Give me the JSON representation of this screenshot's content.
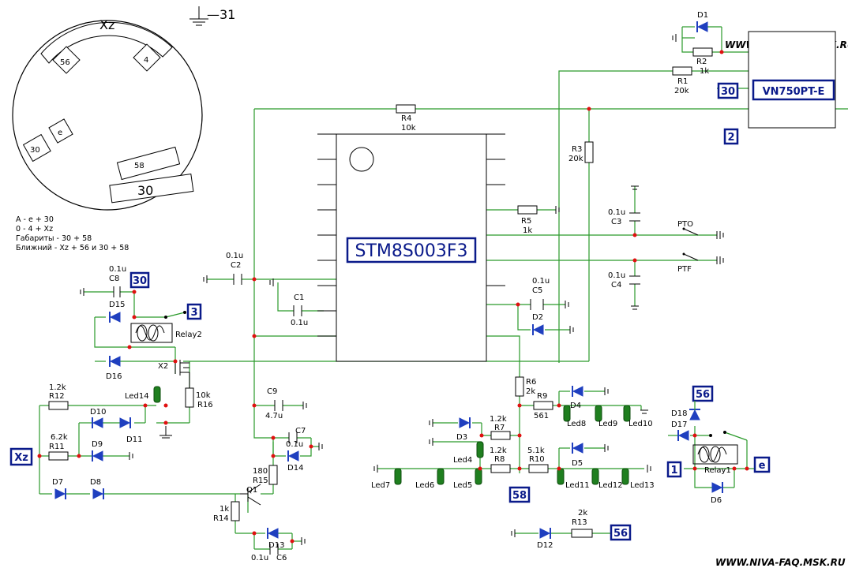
{
  "ground_note": "—31",
  "connector": {
    "pins": [
      "Xz",
      "56",
      "4",
      "e",
      "30",
      "58",
      "30"
    ]
  },
  "legend": [
    "A - e + 30",
    "0 - 4 + Xz",
    "Габариты - 30 + 58",
    "Ближний - Xz + 56 и 30 + 58"
  ],
  "watermark": "WWW.NIVA-FAQ.MSK.RU",
  "mcu_label": "STM8S003F3",
  "driver_label": "VN750PT-E",
  "terminals": {
    "t30_top": "30",
    "t2": "2",
    "t30_left": "30",
    "t3": "3",
    "txz": "Xz",
    "t58": "58",
    "t56_top": "56",
    "t1": "1",
    "te": "e",
    "t56_bot": "56"
  },
  "components": {
    "D1": "D1",
    "R2": "R2",
    "R2v": "1k",
    "R1": "R1",
    "R1v": "20k",
    "R4": "R4",
    "R4v": "10k",
    "R3": "R3",
    "R3v": "20k",
    "R5": "R5",
    "R5v": "1k",
    "C3": "C3",
    "C3v": "0.1u",
    "PTO": "PTO",
    "C4": "C4",
    "C4v": "0.1u",
    "PTF": "PTF",
    "C2": "C2",
    "C2v": "0.1u",
    "C1": "C1",
    "C1v": "0.1u",
    "C5": "C5",
    "C5v": "0.1u",
    "D2": "D2",
    "C8": "C8",
    "C8v": "0.1u",
    "D15": "D15",
    "D16": "D16",
    "Relay2": "Relay2",
    "X2": "X2",
    "R16": "R16",
    "R16v": "10k",
    "Led14": "Led14",
    "R12": "R12",
    "R12v": "1.2k",
    "D10": "D10",
    "D11": "D11",
    "R11": "R11",
    "R11v": "6.2k",
    "D9": "D9",
    "D7": "D7",
    "D8": "D8",
    "C9": "C9",
    "C9v": "4.7u",
    "C7": "C7",
    "C7v": "0.1u",
    "D14": "D14",
    "R15": "R15",
    "R15v": "180",
    "Q1": "Q1",
    "R14": "R14",
    "R14v": "1k",
    "D13": "D13",
    "C6": "C6",
    "C6v": "0.1u",
    "R6": "R6",
    "R6v": "2k",
    "R9": "R9",
    "R9v": "561",
    "D4": "D4",
    "Led8": "Led8",
    "Led9": "Led9",
    "Led10": "Led10",
    "D3": "D3",
    "R7": "R7",
    "R7v": "1.2k",
    "Led4": "Led4",
    "R8": "R8",
    "R8v": "1.2k",
    "R10": "R10",
    "R10v": "5.1k",
    "D5": "D5",
    "Led7": "Led7",
    "Led6": "Led6",
    "Led5": "Led5",
    "Led11": "Led11",
    "Led12": "Led12",
    "Led13": "Led13",
    "D18": "D18",
    "D17": "D17",
    "Relay1": "Relay1",
    "D6": "D6",
    "D12": "D12",
    "R13": "R13",
    "R13v": "2k"
  }
}
